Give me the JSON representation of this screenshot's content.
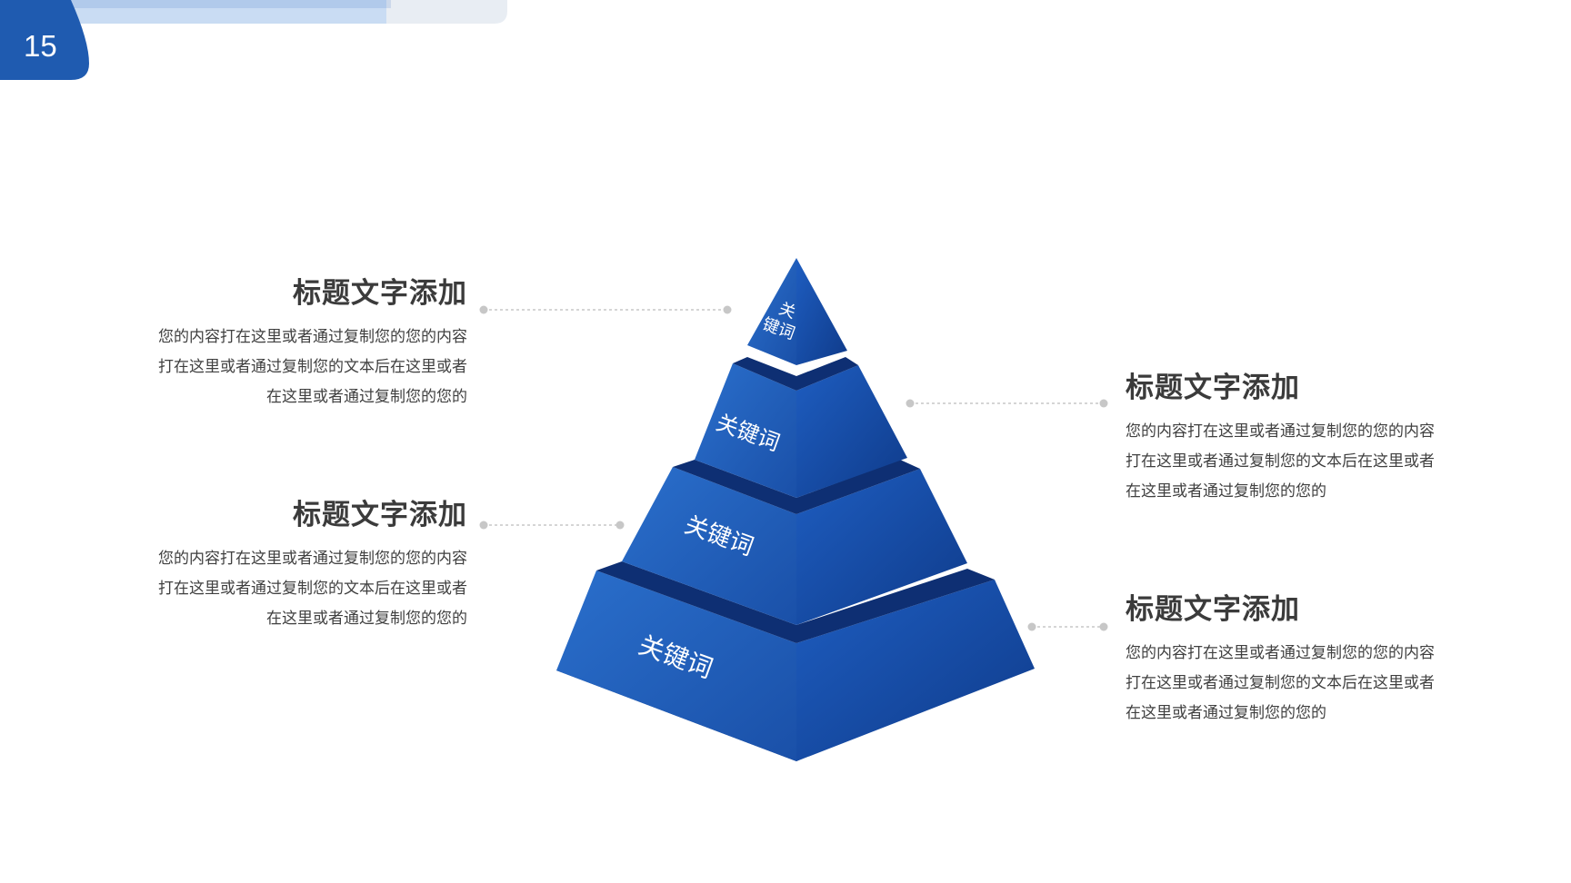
{
  "page": {
    "number": "15"
  },
  "colors": {
    "accent": "#1f5bb0",
    "header_light": "#c9dcf3",
    "header_gray": "#e8edf3",
    "connector": "#c7c7c7",
    "title_text": "#3b3b3b",
    "body_text": "#404040"
  },
  "pyramid": {
    "tiers": [
      {
        "label_line1": "关",
        "label_line2": "键词"
      },
      {
        "label": "关键词"
      },
      {
        "label": "关键词"
      },
      {
        "label": "关键词"
      }
    ]
  },
  "blocks": [
    {
      "title": "标题文字添加",
      "lines": [
        "您的内容打在这里或者通过复制您的您的内容",
        "打在这里或者通过复制您的文本后在这里或者",
        "在这里或者通过复制您的您的"
      ]
    },
    {
      "title": "标题文字添加",
      "lines": [
        "您的内容打在这里或者通过复制您的您的内容",
        "打在这里或者通过复制您的文本后在这里或者",
        "在这里或者通过复制您的您的"
      ]
    },
    {
      "title": "标题文字添加",
      "lines": [
        "您的内容打在这里或者通过复制您的您的内容",
        "打在这里或者通过复制您的文本后在这里或者",
        "在这里或者通过复制您的您的"
      ]
    },
    {
      "title": "标题文字添加",
      "lines": [
        "您的内容打在这里或者通过复制您的您的内容",
        "打在这里或者通过复制您的文本后在这里或者",
        "在这里或者通过复制您的您的"
      ]
    }
  ]
}
